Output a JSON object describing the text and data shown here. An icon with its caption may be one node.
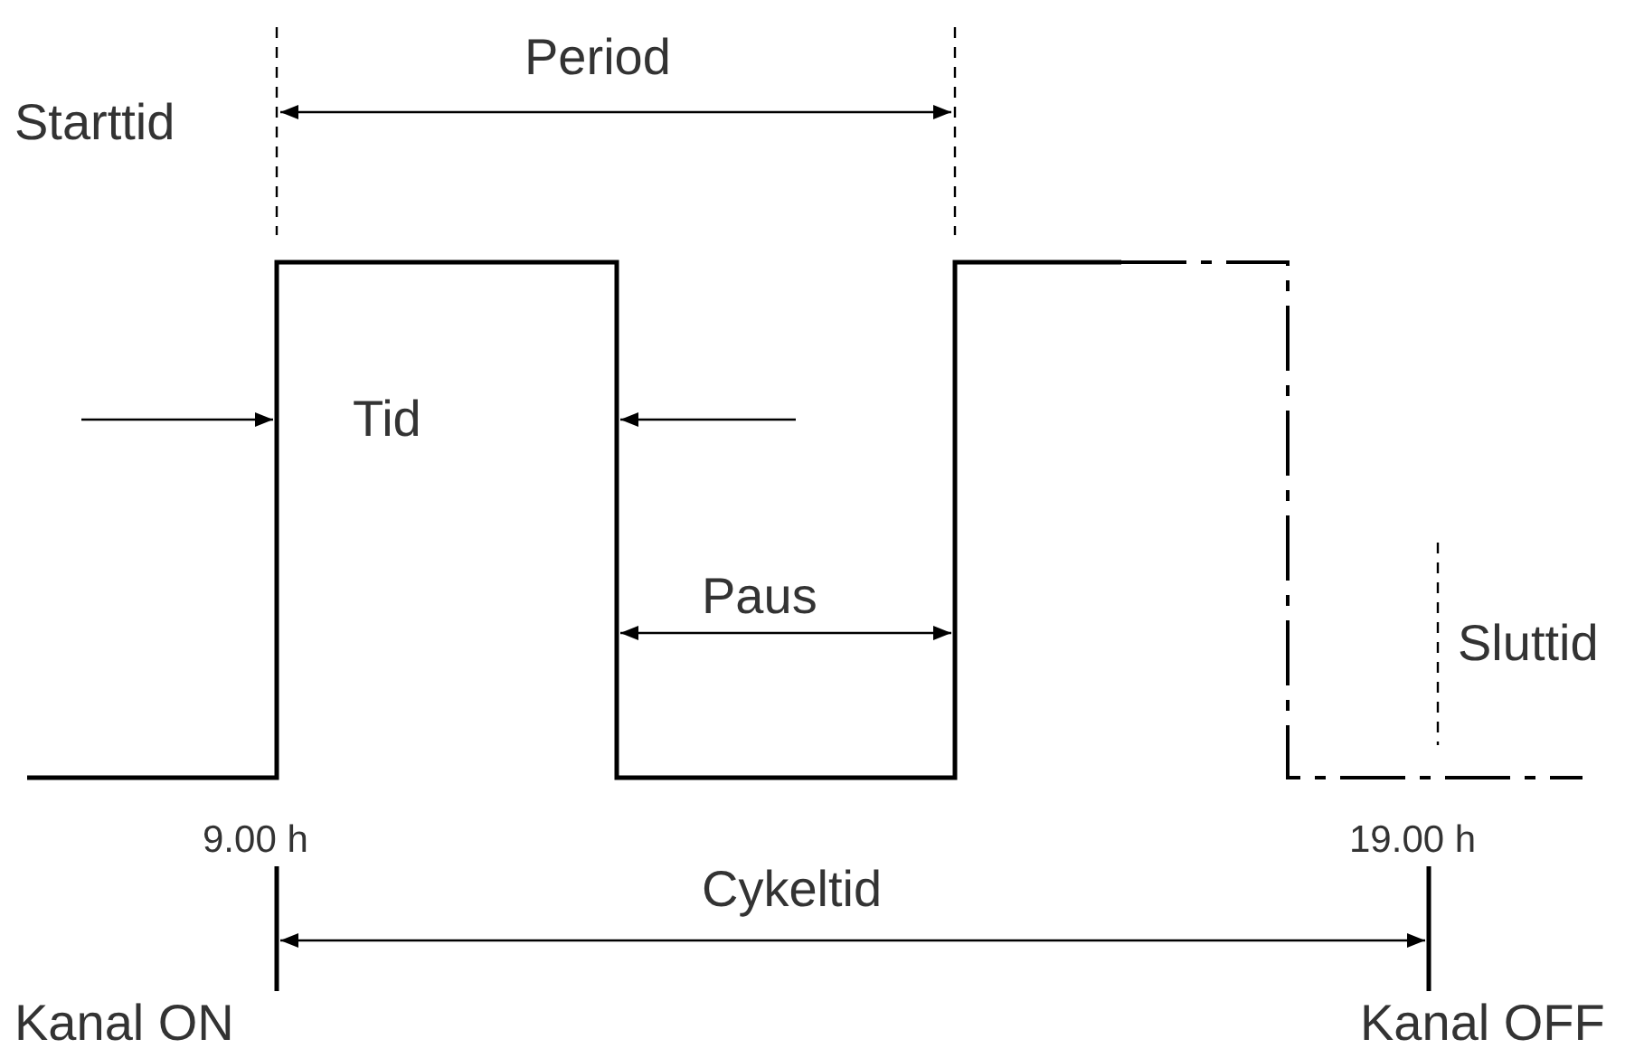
{
  "diagram": {
    "labels": [
      "Period",
      "Starttid",
      "Tid",
      "Paus",
      "Sluttid",
      "9.00 h",
      "19.00 h",
      "Cykeltid",
      "Kanal ON",
      "Kanal OFF"
    ]
  }
}
